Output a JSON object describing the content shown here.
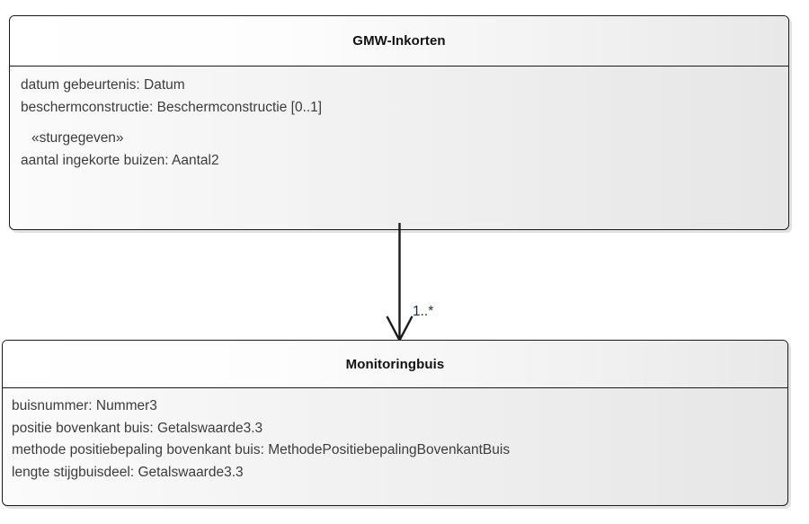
{
  "diagram": {
    "type": "uml-class-diagram",
    "background_color": "#ffffff",
    "classes": [
      {
        "id": "gmw-inkorten",
        "name": "GMW-Inkorten",
        "attributes": [
          {
            "text": "datum gebeurtenis: Datum",
            "kind": "attribute"
          },
          {
            "text": "beschermconstructie: Beschermconstructie [0..1]",
            "kind": "attribute"
          },
          {
            "text": "",
            "kind": "blank"
          },
          {
            "text": "«sturgegeven»",
            "kind": "stereotype"
          },
          {
            "text": "aantal ingekorte buizen: Aantal2",
            "kind": "attribute"
          }
        ]
      },
      {
        "id": "monitoringbuis",
        "name": "Monitoringbuis",
        "attributes": [
          {
            "text": "buisnummer: Nummer3",
            "kind": "attribute"
          },
          {
            "text": "positie bovenkant buis: Getalswaarde3.3",
            "kind": "attribute"
          },
          {
            "text": "methode positiebepaling bovenkant buis: MethodePositiebepalingBovenkantBuis",
            "kind": "attribute"
          },
          {
            "text": "lengte stijgbuisdeel: Getalswaarde3.3",
            "kind": "attribute"
          }
        ]
      }
    ],
    "connector": {
      "kind": "association",
      "source": "GMW-Inkorten",
      "target": "Monitoringbuis",
      "arrowhead": "open",
      "direction": "down",
      "target_multiplicity": "1..*",
      "line_color": "#1a1a1a",
      "label_color": "#1d2a44"
    }
  }
}
